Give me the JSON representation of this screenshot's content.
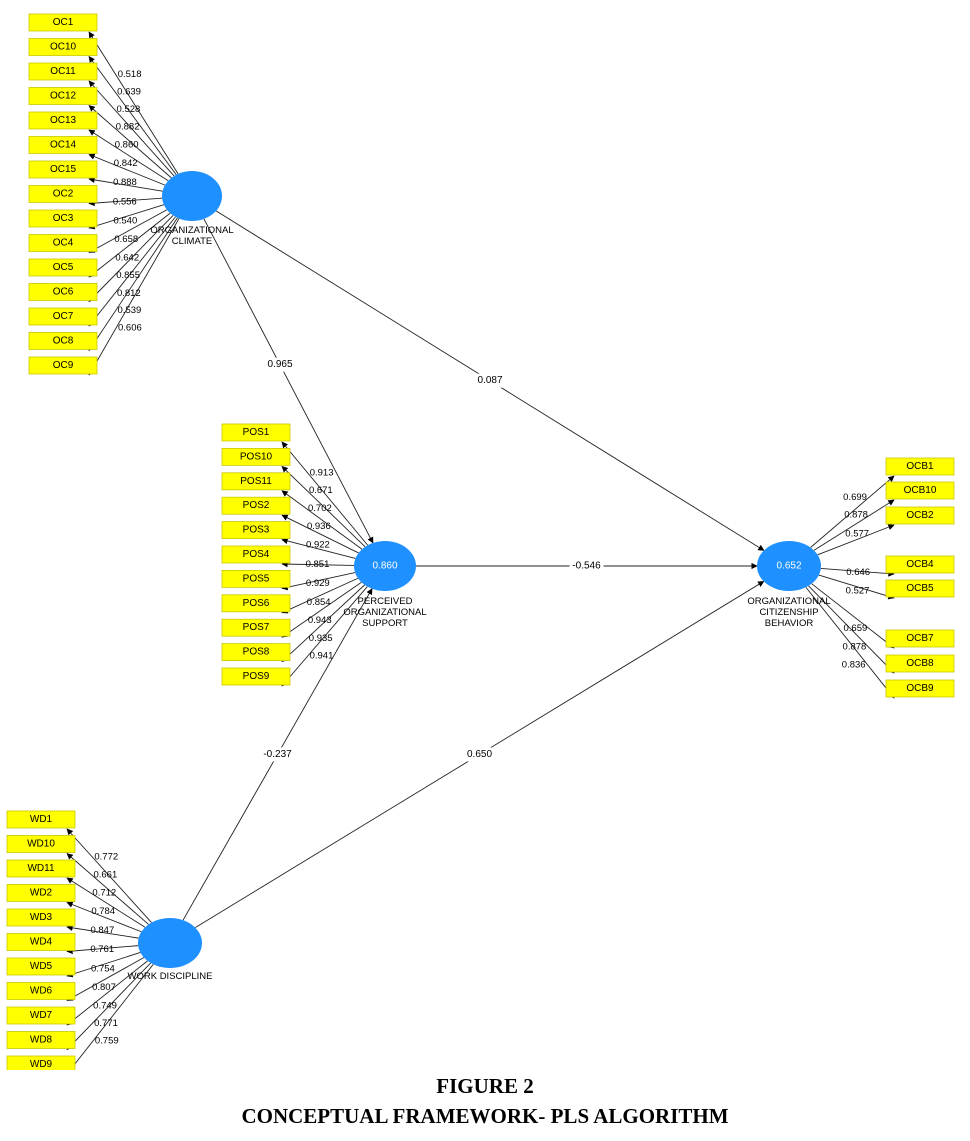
{
  "caption": {
    "figure": "FIGURE 2",
    "title": "CONCEPTUAL FRAMEWORK- PLS ALGORITHM"
  },
  "colors": {
    "latent": "#1e90ff",
    "indicator": "#ffff00"
  },
  "constructs": {
    "oc": {
      "label_lines": [
        "ORGANIZATIONAL",
        "CLIMATE"
      ],
      "r2": "",
      "indicators": [
        "OC1",
        "OC10",
        "OC11",
        "OC12",
        "OC13",
        "OC14",
        "OC15",
        "OC2",
        "OC3",
        "OC4",
        "OC5",
        "OC6",
        "OC7",
        "OC8",
        "OC9"
      ],
      "loadings": [
        "0.518",
        "0.639",
        "0.528",
        "0.882",
        "0.860",
        "0.842",
        "0.888",
        "0.556",
        "0.540",
        "0.658",
        "0.642",
        "0.855",
        "0.812",
        "0.539",
        "0.606"
      ]
    },
    "pos": {
      "label_lines": [
        "PERCEIVED",
        "ORGANIZATIONAL",
        "SUPPORT"
      ],
      "r2": "0.860",
      "indicators": [
        "POS1",
        "POS10",
        "POS11",
        "POS2",
        "POS3",
        "POS4",
        "POS5",
        "POS6",
        "POS7",
        "POS8",
        "POS9"
      ],
      "loadings": [
        "0.913",
        "0.671",
        "0.702",
        "0.936",
        "0.922",
        "0.851",
        "0.929",
        "0.854",
        "0.943",
        "0.935",
        "0.941"
      ]
    },
    "ocb": {
      "label_lines": [
        "ORGANIZATIONAL",
        "CITIZENSHIP",
        "BEHAVIOR"
      ],
      "r2": "0.652",
      "indicators": [
        "OCB1",
        "OCB10",
        "OCB2",
        "OCB4",
        "OCB5",
        "OCB7",
        "OCB8",
        "OCB9"
      ],
      "loadings": [
        "0.699",
        "0.878",
        "0.577",
        "0.646",
        "0.527",
        "0.659",
        "0.878",
        "0.836"
      ]
    },
    "wd": {
      "label_lines": [
        "WORK DISCIPLINE"
      ],
      "r2": "",
      "indicators": [
        "WD1",
        "WD10",
        "WD11",
        "WD2",
        "WD3",
        "WD4",
        "WD5",
        "WD6",
        "WD7",
        "WD8",
        "WD9"
      ],
      "loadings": [
        "0.772",
        "0.661",
        "0.712",
        "0.784",
        "0.847",
        "0.761",
        "0.754",
        "0.807",
        "0.749",
        "0.771",
        "0.759"
      ]
    }
  },
  "paths": [
    {
      "from": "oc",
      "to": "pos",
      "coef": "0.965"
    },
    {
      "from": "oc",
      "to": "ocb",
      "coef": "0.087"
    },
    {
      "from": "pos",
      "to": "ocb",
      "coef": "-0.546"
    },
    {
      "from": "wd",
      "to": "pos",
      "coef": "-0.237"
    },
    {
      "from": "wd",
      "to": "ocb",
      "coef": "0.650"
    }
  ]
}
